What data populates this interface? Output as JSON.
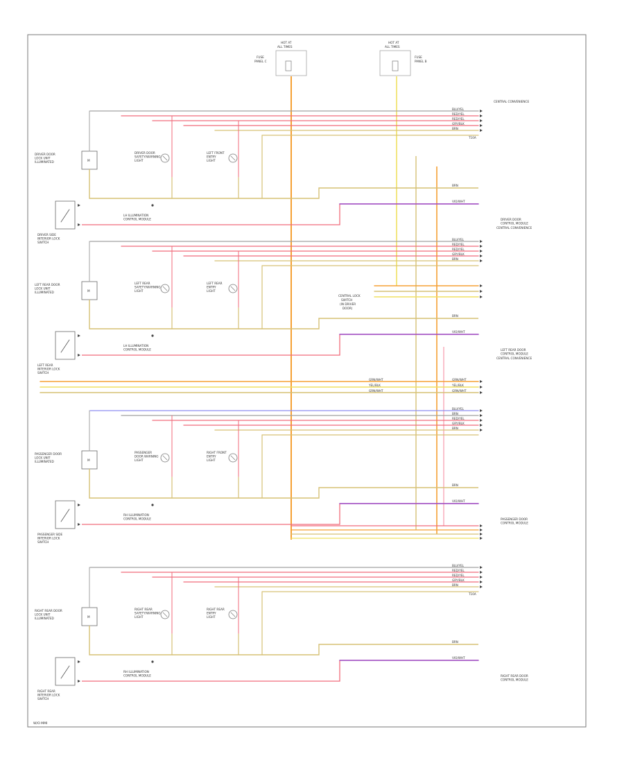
{
  "header": {
    "left_feed": [
      "HOT AT",
      "ALL TIMES"
    ],
    "left_fuse": [
      "FUSE",
      "PANEL C"
    ],
    "right_feed": [
      "HOT AT",
      "ALL TIMES"
    ],
    "right_fuse": [
      "FUSE",
      "PANEL B"
    ],
    "top_right_note": "CENTRAL CONVENIENCE"
  },
  "doors": [
    {
      "id": "driver",
      "lock_unit": [
        "DRIVER DOOR",
        "LOCK UNIT",
        "ILLUMINATED"
      ],
      "lamp_a": [
        "DRIVER DOOR",
        "SAFETY/WARNING",
        "LIGHT"
      ],
      "lamp_b": [
        "LEFT FRONT",
        "ENTRY",
        "LIGHT"
      ],
      "switch": [
        "DRIVER SIDE",
        "INTERIOR LOCK",
        "SWITCH"
      ],
      "illum": [
        "LH ILLUMINATION",
        "CONTROL MODULE"
      ],
      "module": [
        "DRIVER DOOR",
        "CONTROL MODULE"
      ],
      "module_note": "CENTRAL CONVENIENCE"
    },
    {
      "id": "left-rear",
      "lock_unit": [
        "LEFT REAR DOOR",
        "LOCK UNIT",
        "ILLUMINATED"
      ],
      "lamp_a": [
        "LEFT REAR",
        "SAFETY/WARNING",
        "LIGHT"
      ],
      "lamp_b": [
        "LEFT REAR",
        "ENTRY",
        "LIGHT"
      ],
      "switch": [
        "LEFT REAR",
        "INTERIOR LOCK",
        "SWITCH"
      ],
      "illum": [
        "LH ILLUMINATION",
        "CONTROL MODULE"
      ],
      "module": [
        "LEFT REAR DOOR",
        "CONTROL MODULE"
      ],
      "module_note": "CENTRAL CONVENIENCE"
    },
    {
      "id": "passenger",
      "lock_unit": [
        "PASSENGER DOOR",
        "LOCK UNIT",
        "ILLUMINATED"
      ],
      "lamp_a": [
        "PASSENGER",
        "DOOR WARNING",
        "LIGHT"
      ],
      "lamp_b": [
        "RIGHT FRONT",
        "ENTRY",
        "LIGHT"
      ],
      "switch": [
        "PASSENGER SIDE",
        "INTERIOR LOCK",
        "SWITCH"
      ],
      "illum": [
        "RH ILLUMINATION",
        "CONTROL MODULE"
      ],
      "module": [
        "PASSENGER DOOR",
        "CONTROL MODULE"
      ],
      "module_note": ""
    },
    {
      "id": "right-rear",
      "lock_unit": [
        "RIGHT REAR DOOR",
        "LOCK UNIT",
        "ILLUMINATED"
      ],
      "lamp_a": [
        "RIGHT REAR",
        "SAFETY/WARNING",
        "LIGHT"
      ],
      "lamp_b": [
        "RIGHT REAR",
        "ENTRY",
        "LIGHT"
      ],
      "switch": [
        "RIGHT REAR",
        "INTERIOR LOCK",
        "SWITCH"
      ],
      "illum": [
        "RH ILLUMINATION",
        "CONTROL MODULE"
      ],
      "module": [
        "RIGHT REAR DOOR",
        "CONTROL MODULE"
      ],
      "module_note": ""
    }
  ],
  "center_switch": [
    "CENTRAL LOCK",
    "SWITCH",
    "(IN DRIVER",
    "DOOR)"
  ],
  "wire_labels": {
    "blu": "BLU/YEL",
    "red": "RED/YEL",
    "gry": "GRY/BLK",
    "brn": "BRN",
    "grn": "GRN/WHT",
    "vio": "VIO/WHT",
    "yel": "YEL/BLK"
  },
  "footer": "W/O MMI",
  "colors": {
    "frame": "#555555",
    "orange": "#f5a033",
    "yellow": "#f0e060",
    "tan": "#d6c074",
    "red": "#f06a7a",
    "pink": "#f7a0b0",
    "blue": "#8c8cf0",
    "violet": "#9a4ac8",
    "gray": "#a0a0a0"
  }
}
